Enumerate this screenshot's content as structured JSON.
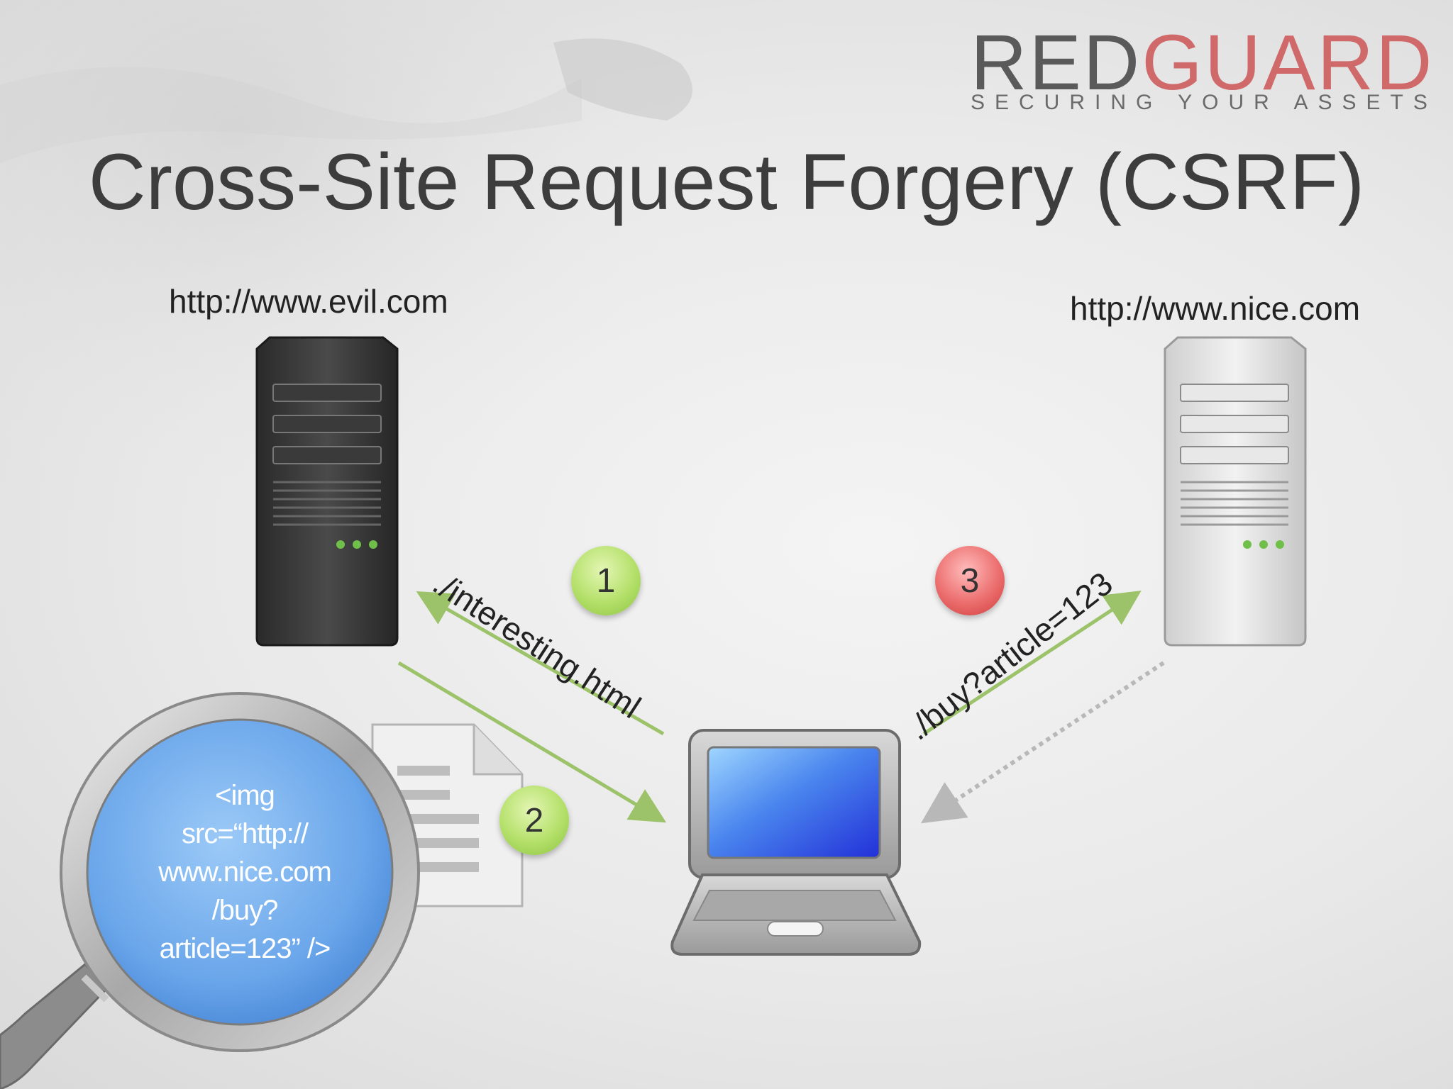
{
  "logo": {
    "name_part1": "RED",
    "name_part2": "GUARD",
    "tagline": "SECURING YOUR ASSETS"
  },
  "slide": {
    "title": "Cross-Site Request Forgery (CSRF)"
  },
  "nodes": {
    "evil_server_url": "http://www.evil.com",
    "nice_server_url": "http://www.nice.com"
  },
  "steps": [
    {
      "number": "1",
      "color": "#a8d860",
      "path": "./interesting.html"
    },
    {
      "number": "2",
      "color": "#a8d860"
    },
    {
      "number": "3",
      "color": "#e45a5a",
      "path": "./buy?article=123"
    }
  ],
  "magnifier": {
    "code_lines": [
      "<img",
      "src=“http://",
      "www.nice.com",
      "/buy?",
      "article=123” />"
    ]
  },
  "colors": {
    "arrow_green": "#9cc26a",
    "arrow_dashed": "#b8b8b8",
    "lens_blue": "#6aa6ea",
    "laptop_screen": "#2f62e0"
  }
}
